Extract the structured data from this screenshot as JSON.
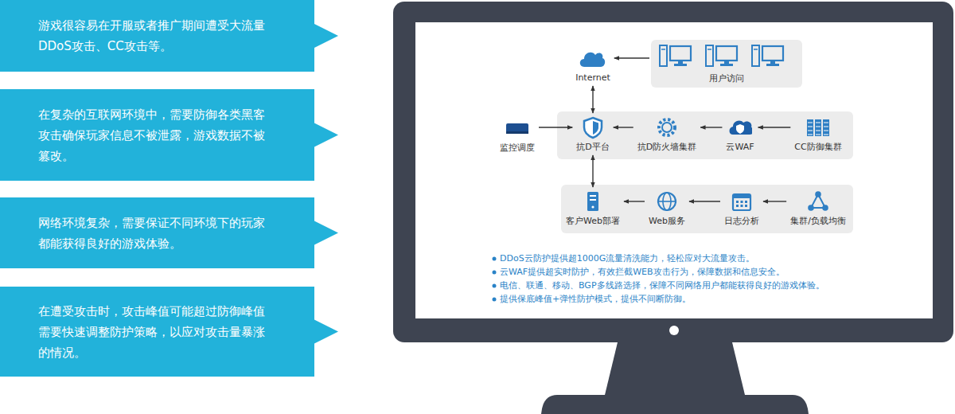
{
  "diagram": {
    "nodes": [
      {
        "text": [
          "游戏很容易在开服或者推广期间遭受大流量DDoS攻击、CC攻击等。"
        ]
      },
      {
        "text": [
          "在复杂的互联网环境中，需要防御各类黑客攻击确保玩家信息不被泄露，游戏数据不被篡改。"
        ]
      },
      {
        "text": [
          "网络环境复杂，需要保证不同环境下的玩家都能获得良好的游戏体验。"
        ]
      },
      {
        "text": [
          "在遭受攻击时，攻击峰值可能超过防御峰值需要快速调整防护策略，以应对攻击量暴涨的情况。"
        ]
      },
      {
        "text": [
          "Internet"
        ]
      },
      {
        "text": [
          "用户访问"
        ]
      },
      {
        "text": [
          "监控调度"
        ]
      },
      {
        "text": [
          "抗D平台"
        ]
      },
      {
        "text": [
          "抗D防火墙集群"
        ]
      },
      {
        "text": [
          "云WAF"
        ]
      },
      {
        "text": [
          "CC防御集群"
        ]
      },
      {
        "text": [
          "客户Web部署"
        ]
      },
      {
        "text": [
          "Web服务"
        ]
      },
      {
        "text": [
          "日志分析"
        ]
      },
      {
        "text": [
          "集群/负载均衡"
        ]
      }
    ],
    "edges": [
      {
        "from": 5,
        "to": 4,
        "arrow": "to"
      },
      {
        "from": 4,
        "to": 7,
        "arrow": "both"
      },
      {
        "from": 6,
        "to": 7,
        "arrow": "to"
      },
      {
        "from": 10,
        "to": 9,
        "arrow": "to"
      },
      {
        "from": 9,
        "to": 8,
        "arrow": "to"
      },
      {
        "from": 8,
        "to": 7,
        "arrow": "to"
      },
      {
        "from": 7,
        "to": 11,
        "arrow": "both"
      },
      {
        "from": 14,
        "to": 13,
        "arrow": "to"
      },
      {
        "from": 13,
        "to": 12,
        "arrow": "to"
      },
      {
        "from": 12,
        "to": 11,
        "arrow": "to"
      }
    ],
    "labels": [
      "DDoS云防护提供超1000G流量清洗能力，轻松应对大流量攻击。",
      "云WAF提供超实时防护，有效拦截WEB攻击行为，保障数据和信息安全。",
      "电信、联通、移动、BGP多线路选择，保障不同网络用户都能获得良好的游戏体验。",
      "提供保底峰值+弹性防护模式，提供不间断防御。"
    ]
  }
}
